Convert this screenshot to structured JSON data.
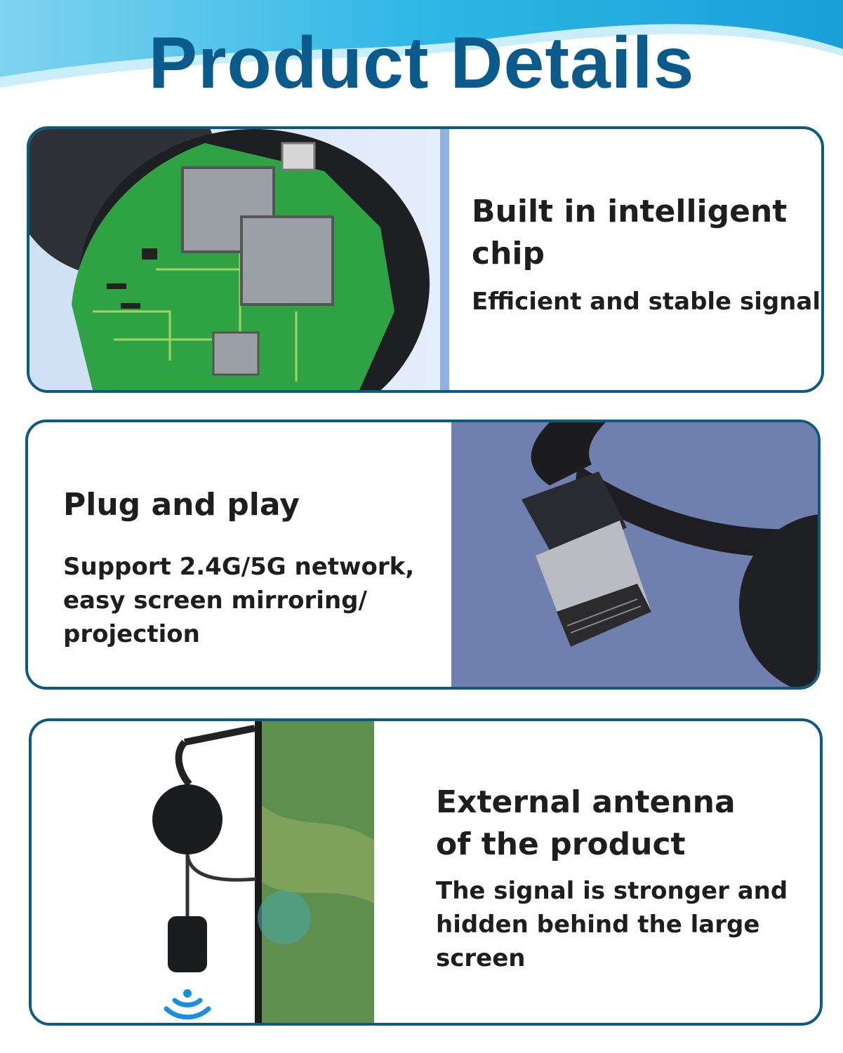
{
  "page": {
    "title": "Product Details",
    "accent_color": "#0b5a8c",
    "border_color": "#0e5a7e"
  },
  "features": [
    {
      "heading_lines": [
        "Built in intelligent",
        "chip"
      ],
      "subtitle_lines": [
        "Efficient and stable signal"
      ],
      "image_icon": "circuit-board-image"
    },
    {
      "heading_lines": [
        "Plug and play"
      ],
      "subtitle_lines": [
        "Support 2.4G/5G network,",
        "easy screen mirroring/",
        "projection"
      ],
      "image_icon": "hdmi-connector-image"
    },
    {
      "heading_lines": [
        "External antenna",
        "of the product"
      ],
      "subtitle_lines": [
        "The signal is stronger and",
        "hidden behind the large",
        "screen"
      ],
      "image_icon": "dongle-behind-tv-image"
    }
  ]
}
